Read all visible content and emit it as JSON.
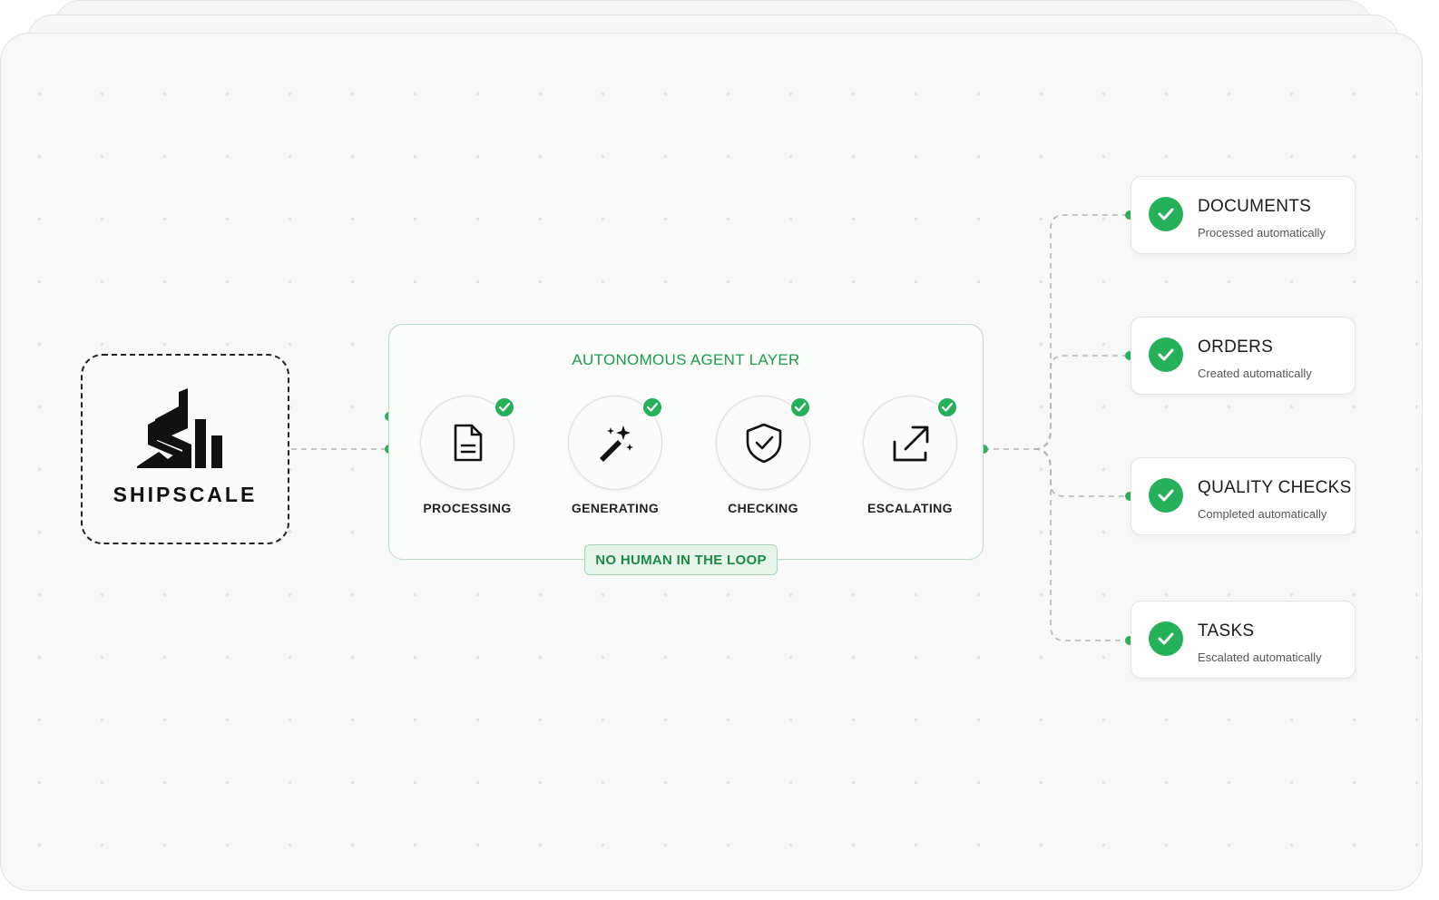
{
  "logo": {
    "name": "SHIPSCALE",
    "icon": "shipscale-logo-icon"
  },
  "agent_layer": {
    "title": "AUTONOMOUS AGENT LAYER",
    "badge": "NO HUMAN IN THE LOOP",
    "steps": [
      {
        "label": "PROCESSING",
        "icon": "document-icon",
        "done": true
      },
      {
        "label": "GENERATING",
        "icon": "magic-wand-icon",
        "done": true
      },
      {
        "label": "CHECKING",
        "icon": "shield-check-icon",
        "done": true
      },
      {
        "label": "ESCALATING",
        "icon": "escalate-arrow-icon",
        "done": true
      }
    ]
  },
  "outputs": [
    {
      "title": "DOCUMENTS",
      "subtitle": "Processed automatically",
      "icon": "check-circle-icon"
    },
    {
      "title": "ORDERS",
      "subtitle": "Created automatically",
      "icon": "check-circle-icon"
    },
    {
      "title": "QUALITY CHECKS",
      "subtitle": "Completed automatically",
      "icon": "check-circle-icon"
    },
    {
      "title": "TASKS",
      "subtitle": "Escalated automatically",
      "icon": "check-circle-icon"
    }
  ],
  "colors": {
    "accent_green": "#25b05a",
    "text_green": "#1e9a4e",
    "border_green": "#b9dcc4",
    "badge_bg": "#e6f4ea"
  }
}
